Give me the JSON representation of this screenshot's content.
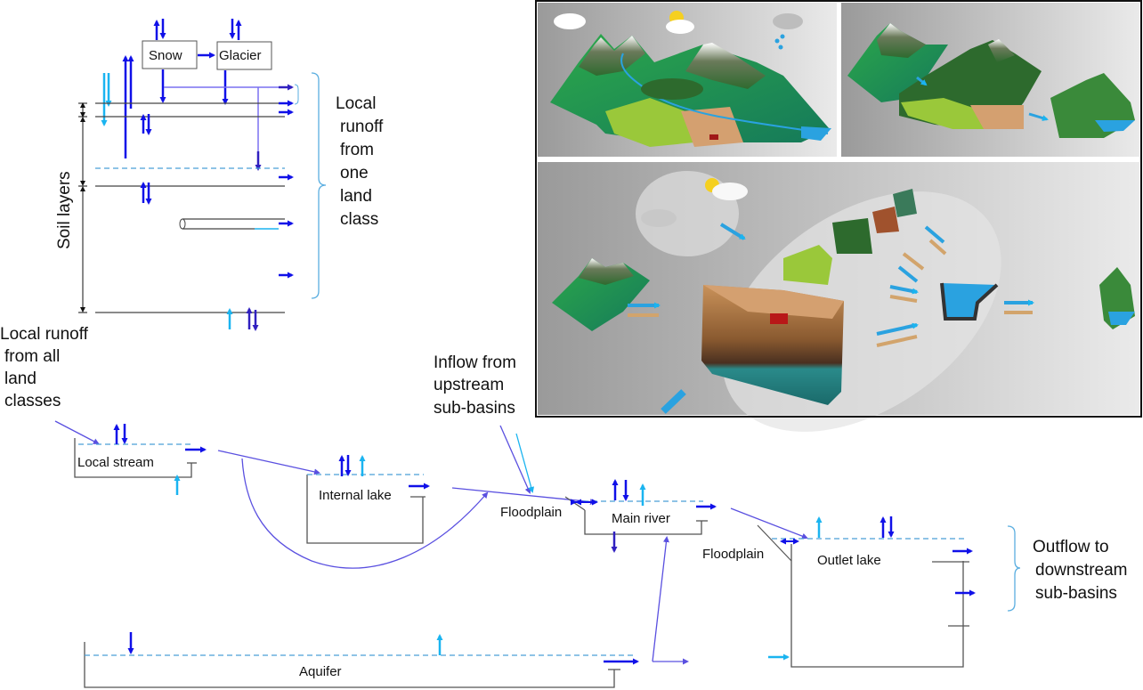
{
  "land_class": {
    "snow_label": "Snow",
    "glacier_label": "Glacier",
    "soil_layers_label": "Soil layers",
    "runoff_label_lines": [
      "Local",
      "runoff",
      "from",
      "one",
      "land",
      "class"
    ]
  },
  "catchment": {
    "local_runoff_lines": [
      "Local runoff",
      "from all",
      "land",
      "classes"
    ],
    "local_stream_label": "Local stream",
    "internal_lake_label": "Internal lake",
    "inflow_lines": [
      "Inflow from",
      "upstream",
      "sub-basins"
    ],
    "floodplain_label_1": "Floodplain",
    "main_river_label": "Main river",
    "floodplain_label_2": "Floodplain",
    "outlet_lake_label": "Outlet lake",
    "outflow_lines": [
      "Outflow to",
      "downstream",
      "sub-basins"
    ],
    "aquifer_label": "Aquifer"
  },
  "illustration": {
    "panels": [
      {
        "name": "landscape-overview"
      },
      {
        "name": "landscape-split-subbasins"
      },
      {
        "name": "land-class-process-view"
      }
    ]
  },
  "colors": {
    "flow_blue": "#1010e8",
    "light_blue": "#1ab4f0",
    "water_dash": "#4a9fd8",
    "routing_purple": "#5a50e0",
    "bracket_blue": "#5aaee0",
    "soil_brown": "#c9925a",
    "tan_arrow": "#d2a46c"
  }
}
